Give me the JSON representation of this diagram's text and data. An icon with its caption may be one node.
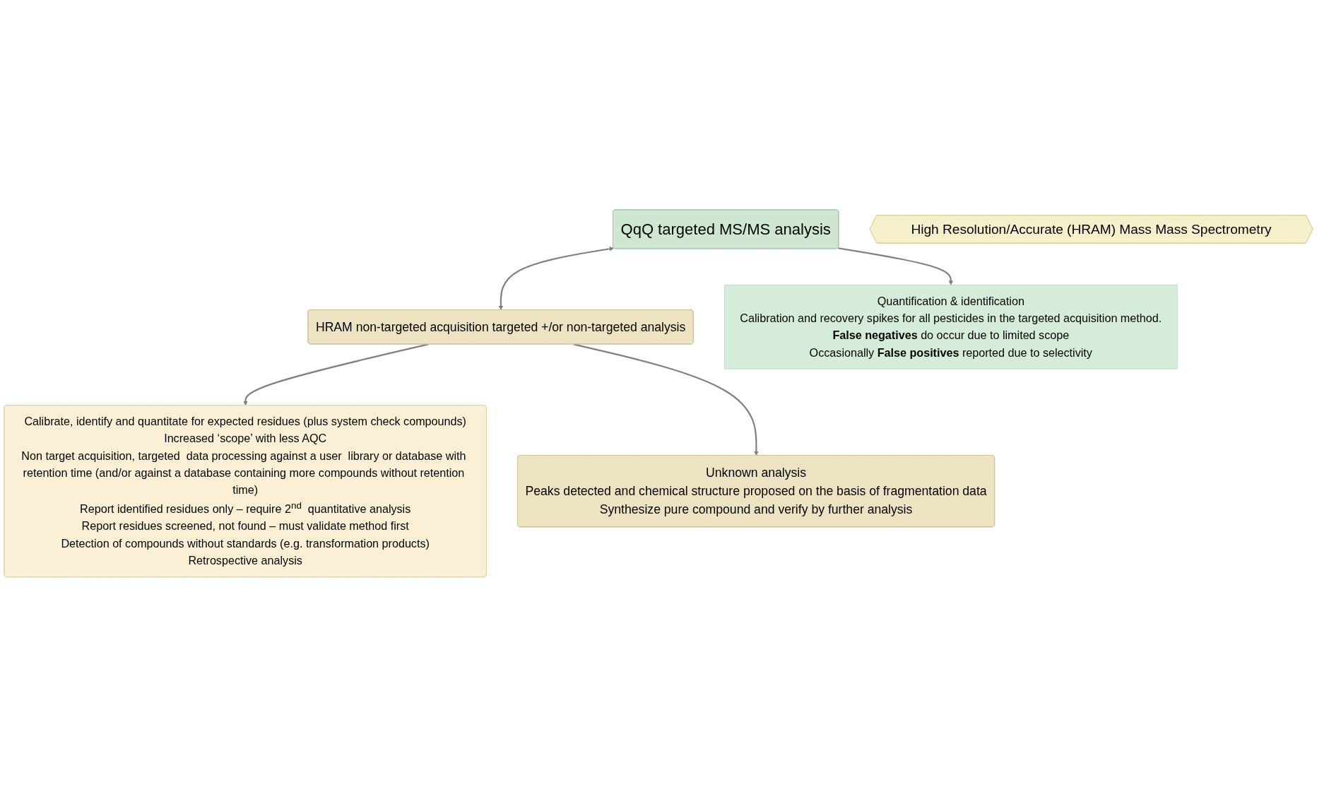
{
  "diagram": {
    "nodes": [
      {
        "text": [
          "QqQ targeted MS/MS analysis"
        ]
      },
      {
        "text": [
          "HRAM non-targeted acquisition targeted +/or  non-targeted analysis"
        ]
      },
      {
        "text": [
          "Quantification & identification",
          "Calibration and recovery spikes for all pesticides in the targeted acquisition method.",
          "**False negatives** do occur due to limited scope",
          "Occasionally  **False positives** reported due to selectivity"
        ]
      },
      {
        "text": [
          "Unknown analysis",
          "Peaks detected and chemical structure proposed on the basis of fragmentation data",
          "Synthesize pure compound and verify by further analysis"
        ]
      },
      {
        "text": [
          "Calibrate, identify and quantitate for expected residues (plus system check compounds)",
          "Increased ‘scope’ with less AQC",
          "Non target acquisition, targeted  data processing against a user  library or database with retention time (and/or against a database containing more compounds without retention time)",
          "Report identified residues only – require 2$^{nd}$  quantitative analysis",
          "Report residues screened, not found – must validate method first",
          "Detection of compounds without standards (e.g. transformation products)",
          "Retrospective analysis"
        ]
      },
      {
        "text": [
          "High Resolution/Accurate (HRAM)  Mass Mass Spectrometry"
        ]
      }
    ],
    "edges": [
      {
        "from": 0,
        "to": 1,
        "arrow": "both"
      },
      {
        "from": 0,
        "to": 2,
        "arrow": "to"
      },
      {
        "from": 1,
        "to": 4,
        "arrow": "to"
      },
      {
        "from": 1,
        "to": 3,
        "arrow": "to"
      }
    ]
  }
}
